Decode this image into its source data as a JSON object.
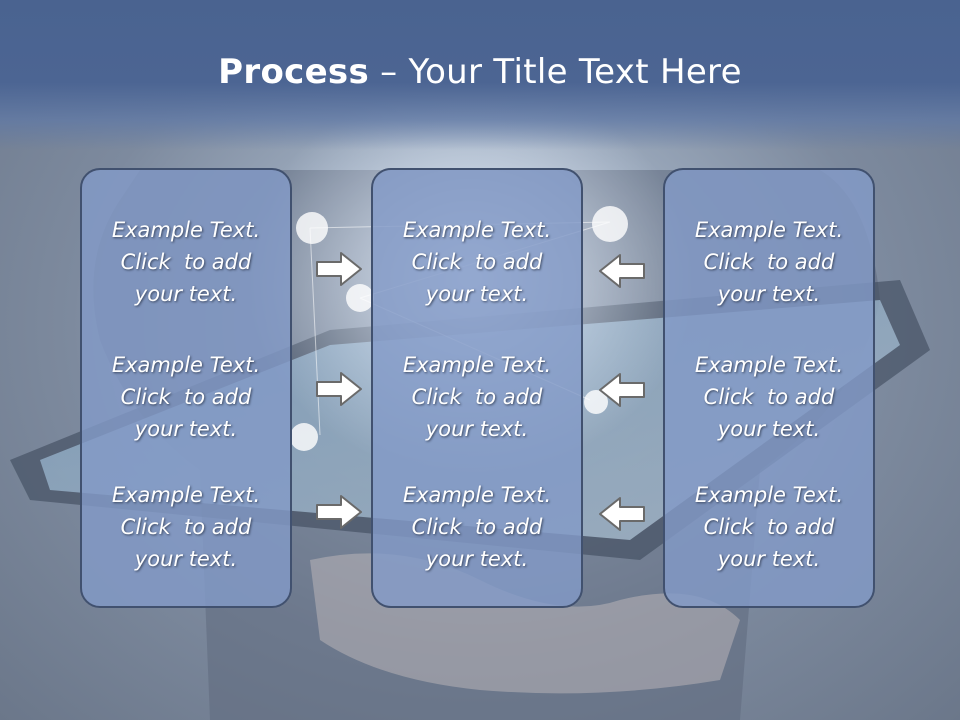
{
  "title": {
    "bold": "Process",
    "rest": " – Your Title Text Here"
  },
  "columns": [
    {
      "items": [
        [
          "Example Text.",
          "Click  to add",
          "your text."
        ],
        [
          "Example Text.",
          "Click  to add",
          "your text."
        ],
        [
          "Example Text.",
          "Click  to add",
          "your text."
        ]
      ]
    },
    {
      "items": [
        [
          "Example Text.",
          "Click  to add",
          "your text."
        ],
        [
          "Example Text.",
          "Click  to add",
          "your text."
        ],
        [
          "Example Text.",
          "Click  to add",
          "your text."
        ]
      ]
    },
    {
      "items": [
        [
          "Example Text.",
          "Click  to add",
          "your text."
        ],
        [
          "Example Text.",
          "Click  to add",
          "your text."
        ],
        [
          "Example Text.",
          "Click  to add",
          "your text."
        ]
      ]
    }
  ],
  "arrows": {
    "left_group": "right-arrow-icon",
    "right_group": "left-arrow-icon"
  },
  "colors": {
    "title_band": "#4a6390",
    "box_fill": "#839ac7",
    "box_border": "#41516f",
    "text": "#ffffff"
  }
}
